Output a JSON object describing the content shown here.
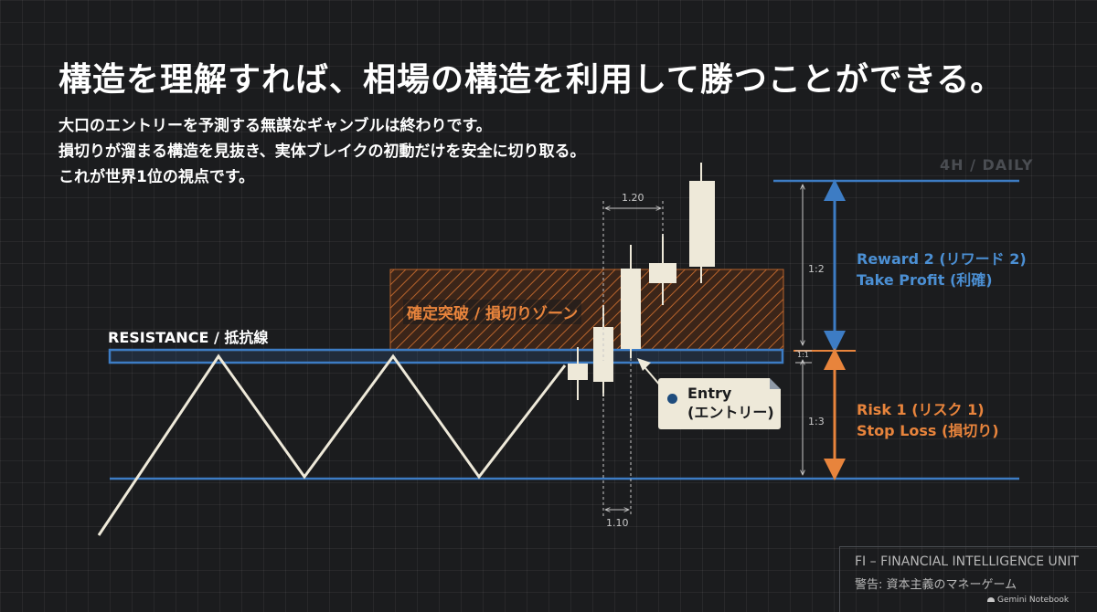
{
  "title": "構造を理解すれば、相場の構造を利用して勝つことができる。",
  "subtitle": [
    "大口のエントリーを予測する無謀なギャンブルは終わりです。",
    "損切りが溜まる構造を見抜き、実体ブレイクの初動だけを安全に切り取る。",
    "これが世界1位の視点です。"
  ],
  "diagram": {
    "timeframe": "4H / DAILY",
    "resistance_label": "RESISTANCE / 抵抗線",
    "zone_label": "確定突破 / 損切りゾーン",
    "entry_label": "Entry",
    "entry_sub": "(エントリー)",
    "reward_label": "Reward 2 (リワード 2)",
    "reward_sub": "Take Profit (利確)",
    "risk_label": "Risk 1 (リスク 1)",
    "risk_sub": "Stop Loss (損切り)",
    "ratio_top": "1:2",
    "ratio_bottom": "1:3",
    "ratio_mid": "1:1",
    "width_top": "1.20",
    "width_bottom": "1.10",
    "colors": {
      "level_line": "#3d7cc4",
      "zone": "#e8843c",
      "candle": "#eee9d9",
      "background": "#1b1c1e"
    }
  },
  "footer": {
    "unit": "FI – FINANCIAL INTELLIGENCE UNIT",
    "warning": "警告: 資本主義のマネーゲーム"
  },
  "brand": {
    "name": "Gemini Notebook",
    "icon": "gemini-notebook-icon"
  }
}
